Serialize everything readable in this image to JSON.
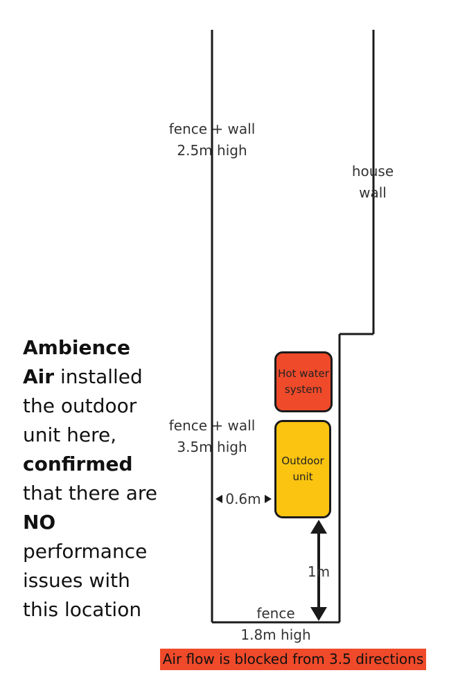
{
  "labels": {
    "fence_upper_line1": "fence + wall",
    "fence_upper_line2": "2.5m high",
    "house_wall_line1": "house",
    "house_wall_line2": "wall",
    "fence_lower_line1": "fence + wall",
    "fence_lower_line2": "3.5m high",
    "gap_width": "0.6m",
    "front_distance": "1m",
    "fence_front_line1": "fence",
    "fence_front_line2": "1.8m high"
  },
  "boxes": {
    "hot_water_line1": "Hot water",
    "hot_water_line2": "system",
    "outdoor_line1": "Outdoor",
    "outdoor_line2": "unit",
    "hot_water_color": "#ef4a2a",
    "outdoor_color": "#fac410"
  },
  "note": {
    "part1": "Ambience Air",
    "part2": " installed the outdoor unit here, ",
    "part3": "confirmed",
    "part4": " that there are ",
    "part5": "NO",
    "part6": " performance issues with this location"
  },
  "banner": {
    "text": "Air flow is blocked from 3.5 directions",
    "color": "#ef4a2a"
  }
}
